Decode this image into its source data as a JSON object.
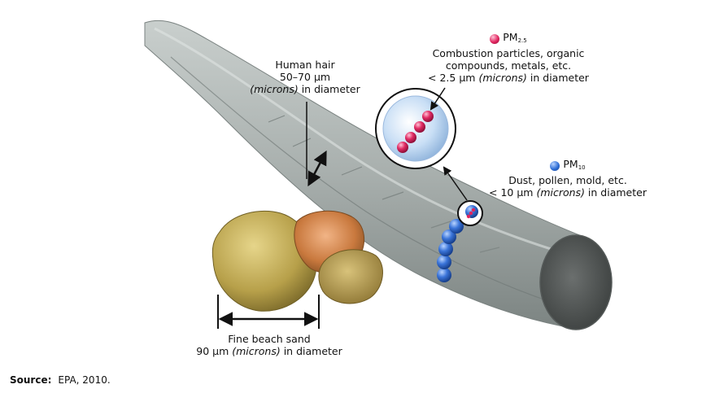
{
  "hair": {
    "line1": "Human hair",
    "line2": "50–70 µm",
    "line3_em": "(microns)",
    "line3_rest": " in diameter"
  },
  "pm25": {
    "name": "PM",
    "sub": "2.5",
    "line1": "Combustion particles, organic",
    "line2": "compounds, metals, etc.",
    "line3_pre": "< 2.5 µm ",
    "line3_em": "(microns)",
    "line3_rest": " in diameter",
    "color": "#e0245e"
  },
  "pm10": {
    "name": "PM",
    "sub": "10",
    "line1": "Dust, pollen, mold, etc.",
    "line2_pre": "< 10 µm ",
    "line2_em": "(microns)",
    "line2_rest": " in diameter",
    "color": "#2f6fd6"
  },
  "sand": {
    "line1": "Fine beach sand",
    "line2_pre": "90 µm ",
    "line2_em": "(microns)",
    "line2_rest": " in diameter"
  },
  "source": {
    "label": "Source:",
    "text": "EPA, 2010."
  }
}
